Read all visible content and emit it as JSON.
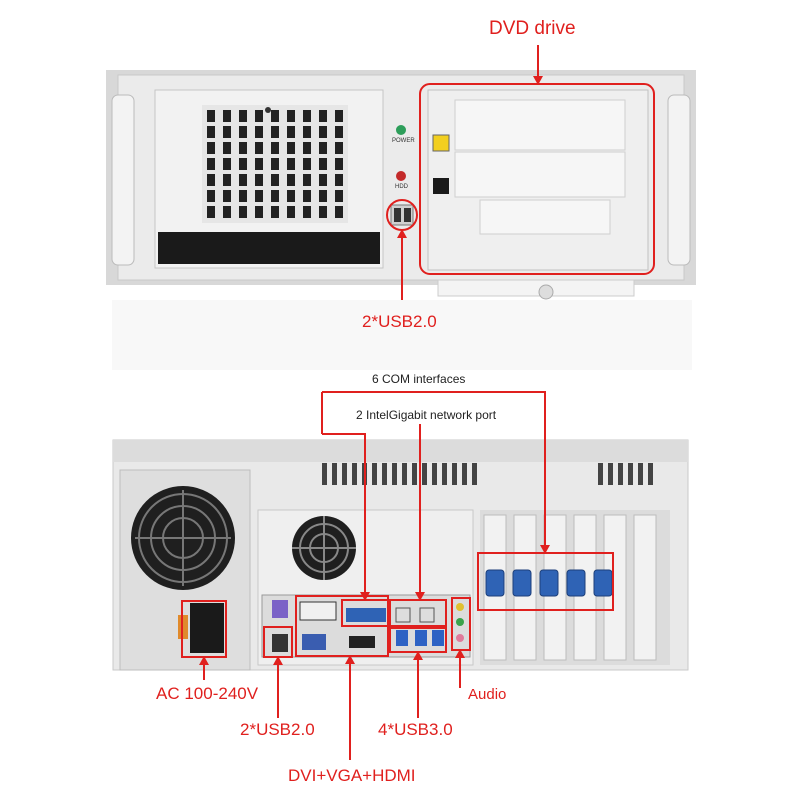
{
  "front_panel": {
    "power_label": "POWER",
    "hdd_label": "HDD"
  },
  "callouts": {
    "dvd_drive": "DVD drive",
    "front_usb": "2*USB2.0",
    "com_interfaces": "6 COM interfaces",
    "network_ports": "2 IntelGigabit network port",
    "ac_power": "AC 100-240V",
    "rear_usb2": "2*USB2.0",
    "audio": "Audio",
    "usb3": "4*USB3.0",
    "video": "DVI+VGA+HDMI"
  },
  "colors": {
    "callout_red": "#e0201e",
    "chassis": "#e9e9e9",
    "panel_black": "#1a1a1a",
    "com_blue": "#2f63b5"
  }
}
